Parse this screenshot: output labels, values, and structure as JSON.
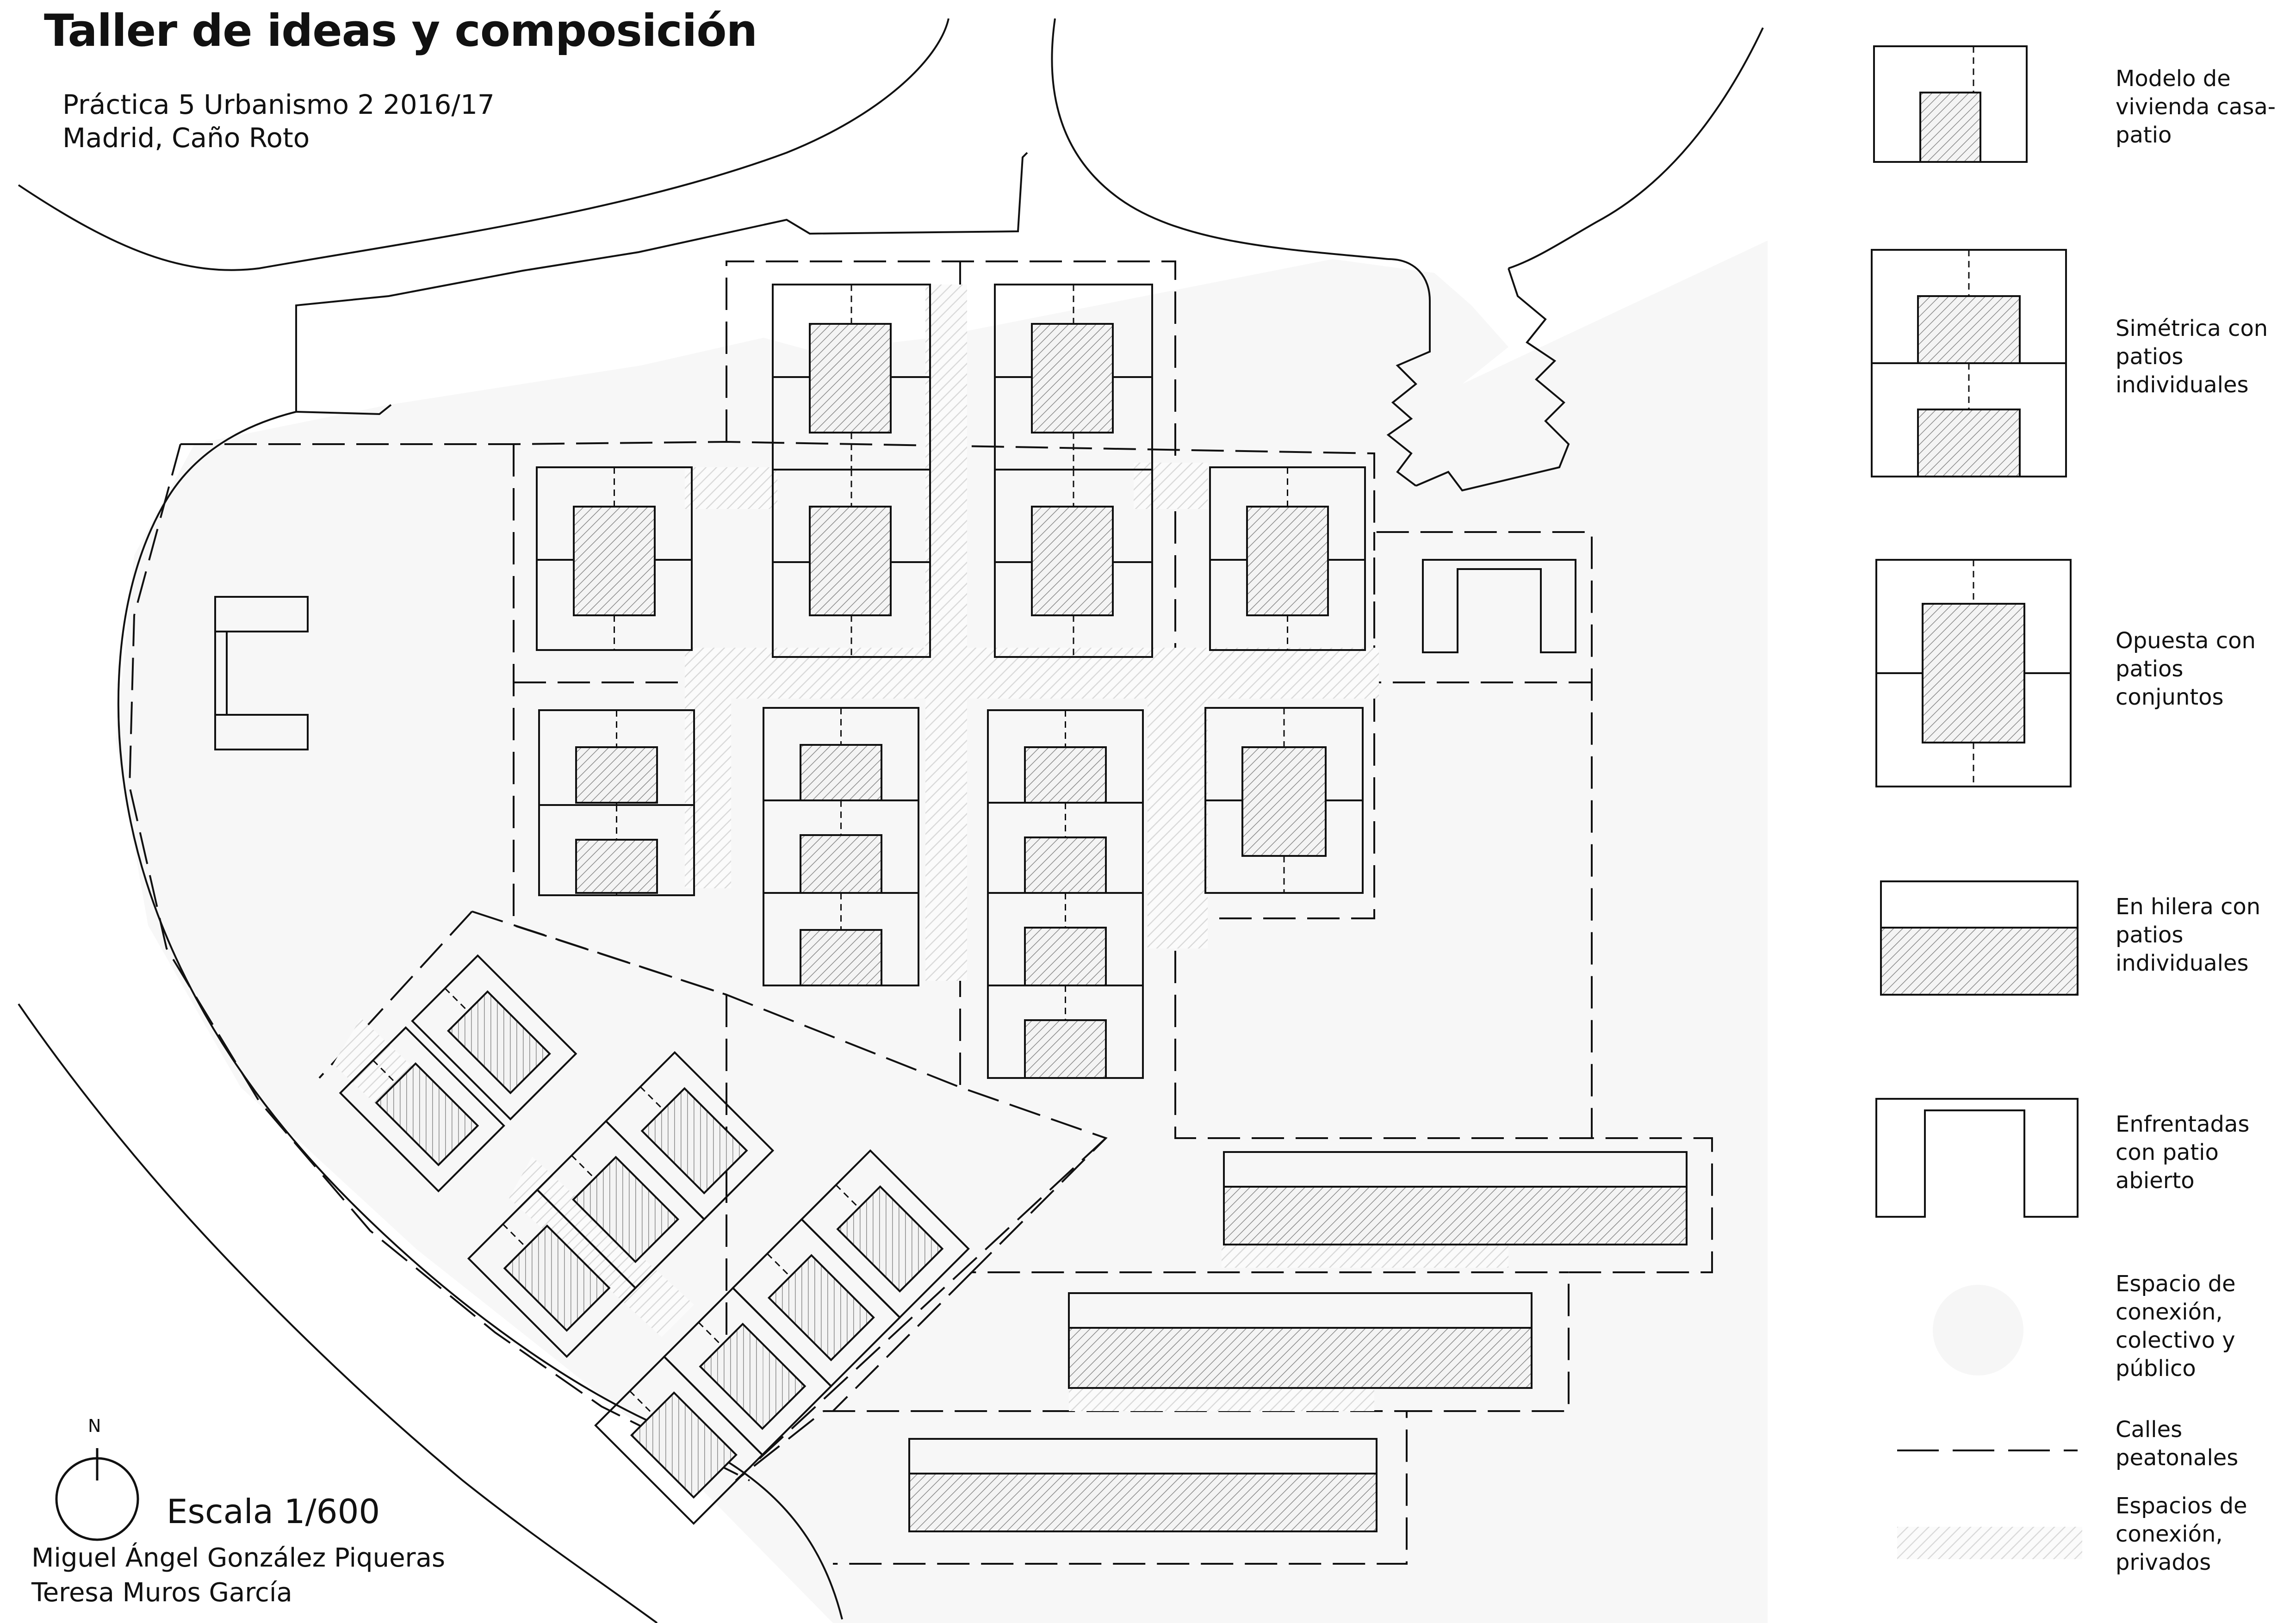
{
  "header": {
    "title": "Taller de ideas y composición",
    "subtitle_1": "Práctica 5  Urbanismo 2  2016/17",
    "subtitle_2": "Madrid, Caño Roto"
  },
  "footer": {
    "north_label": "N",
    "scale": "Escala 1/600",
    "author_1": "Miguel Ángel González Piqueras",
    "author_2": "Teresa Muros García"
  },
  "legend": [
    {
      "label": "Modelo de vivienda casa-patio",
      "icon": "casa-patio-icon"
    },
    {
      "label": "Simétrica con patios individuales",
      "icon": "symmetric-patios-icon"
    },
    {
      "label": "Opuesta con patios conjuntos",
      "icon": "opposite-patios-icon"
    },
    {
      "label": "En hilera con patios individuales",
      "icon": "row-house-icon"
    },
    {
      "label": "Enfrentadas con patio abierto",
      "icon": "facing-open-patio-icon"
    },
    {
      "label": "Espacio de conexión, colectivo y público",
      "icon": "public-space-swatch"
    },
    {
      "label": "Calles peatonales",
      "icon": "dashed-street-icon"
    },
    {
      "label": "Espacios de conexión, privados",
      "icon": "private-space-swatch"
    }
  ],
  "colors": {
    "ink": "#111111",
    "public_space": "#f6f6f6",
    "private_hatch": "#c8c8c8"
  }
}
